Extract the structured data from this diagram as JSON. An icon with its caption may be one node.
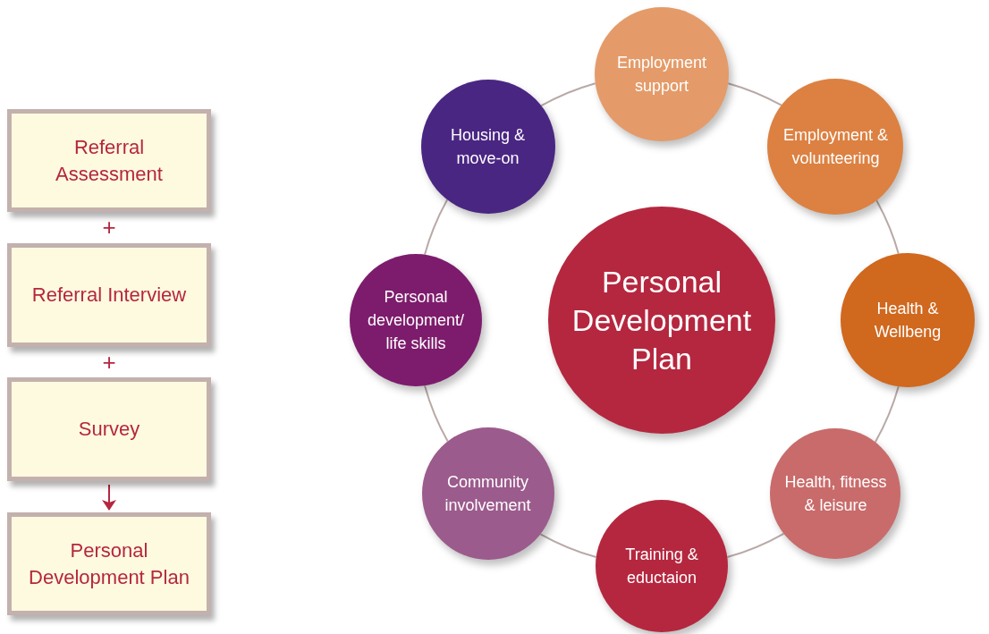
{
  "diagram": {
    "nodes": [
      {
        "text": [
          "Referral Assessment"
        ]
      },
      {
        "text": [
          "Referral Interview"
        ]
      },
      {
        "text": [
          "Survey"
        ]
      },
      {
        "text": [
          "Personal Development Plan"
        ]
      },
      {
        "text": [
          "Personal Development Plan"
        ]
      },
      {
        "text": [
          "Employment support"
        ]
      },
      {
        "text": [
          "Employment & volunteering"
        ]
      },
      {
        "text": [
          "Health & Wellbeng"
        ]
      },
      {
        "text": [
          "Health, fitness & leisure"
        ]
      },
      {
        "text": [
          "Training & eductaion"
        ]
      },
      {
        "text": [
          "Community involvement"
        ]
      },
      {
        "text": [
          "Personal development/ life skills"
        ]
      },
      {
        "text": [
          "Housing & move-on"
        ]
      }
    ],
    "edges": [
      {
        "from": 2,
        "to": 3,
        "arrow": "to",
        "color": "#b5273f"
      },
      {
        "from": 5,
        "to": 6,
        "arrow": "none"
      },
      {
        "from": 6,
        "to": 7,
        "arrow": "none"
      },
      {
        "from": 7,
        "to": 8,
        "arrow": "none"
      },
      {
        "from": 8,
        "to": 9,
        "arrow": "none"
      },
      {
        "from": 9,
        "to": 10,
        "arrow": "none"
      },
      {
        "from": 10,
        "to": 11,
        "arrow": "none"
      },
      {
        "from": 11,
        "to": 12,
        "arrow": "none"
      },
      {
        "from": 12,
        "to": 5,
        "arrow": "none"
      }
    ],
    "labels": [
      "+",
      "+"
    ]
  }
}
